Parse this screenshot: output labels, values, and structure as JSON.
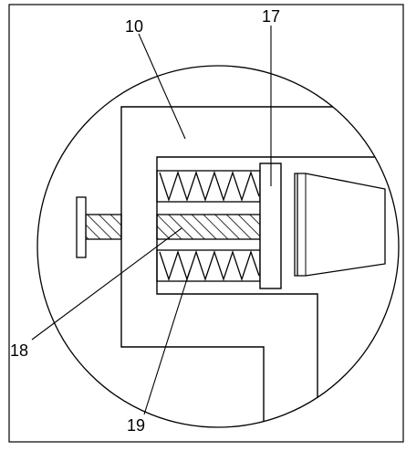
{
  "labels": {
    "part_10": "10",
    "part_17": "17",
    "part_18": "18",
    "part_19": "19"
  },
  "colors": {
    "line": "#000000",
    "background": "#ffffff"
  }
}
